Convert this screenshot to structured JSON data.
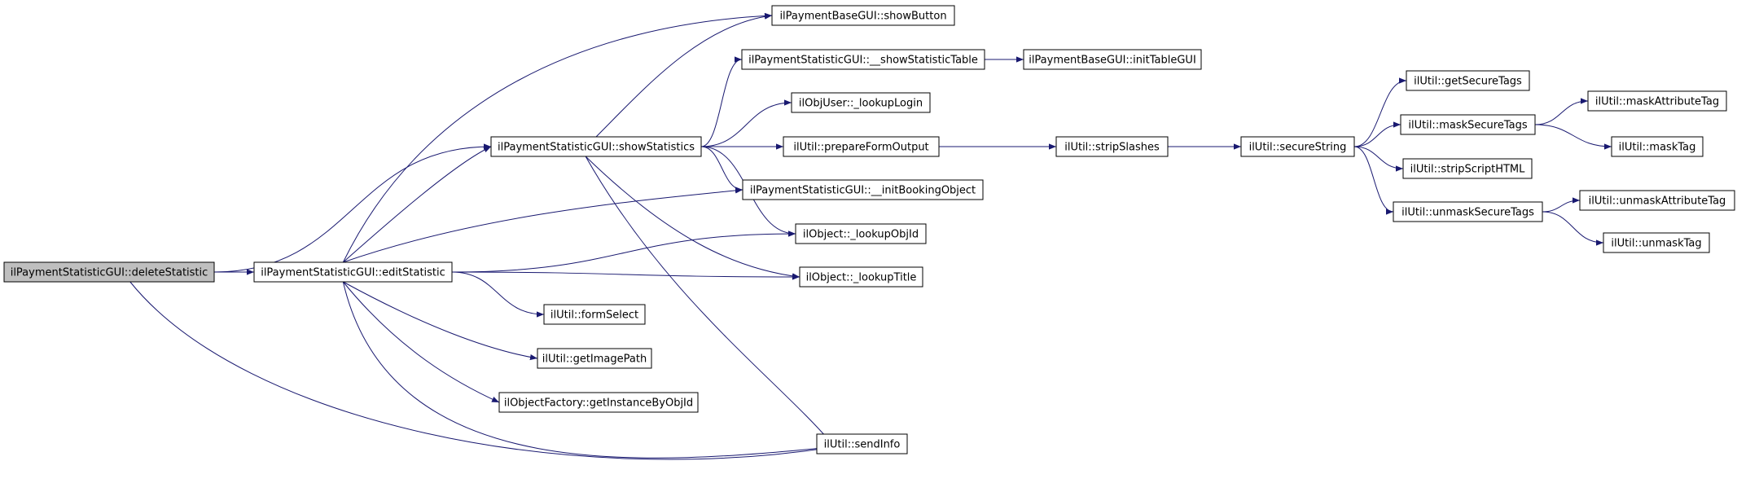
{
  "colors": {
    "edge": "#191970",
    "node_border": "#000000",
    "node_fill": "#ffffff",
    "root_fill": "#bfbfbf"
  },
  "nodes": [
    {
      "id": "deleteStatistic",
      "label": "ilPaymentStatisticGUI::deleteStatistic",
      "root": true
    },
    {
      "id": "editStatistic",
      "label": "ilPaymentStatisticGUI::editStatistic"
    },
    {
      "id": "showStatistics",
      "label": "ilPaymentStatisticGUI::showStatistics"
    },
    {
      "id": "showButton",
      "label": "ilPaymentBaseGUI::showButton"
    },
    {
      "id": "showStatisticTable",
      "label": "ilPaymentStatisticGUI::__showStatisticTable"
    },
    {
      "id": "initTableGUI",
      "label": "ilPaymentBaseGUI::initTableGUI"
    },
    {
      "id": "lookupLogin",
      "label": "ilObjUser::_lookupLogin"
    },
    {
      "id": "prepareFormOutput",
      "label": "ilUtil::prepareFormOutput"
    },
    {
      "id": "initBookingObject",
      "label": "ilPaymentStatisticGUI::__initBookingObject"
    },
    {
      "id": "lookupObjId",
      "label": "ilObject::_lookupObjId"
    },
    {
      "id": "lookupTitle",
      "label": "ilObject::_lookupTitle"
    },
    {
      "id": "formSelect",
      "label": "ilUtil::formSelect"
    },
    {
      "id": "getImagePath",
      "label": "ilUtil::getImagePath"
    },
    {
      "id": "getInstanceByObjId",
      "label": "ilObjectFactory::getInstanceByObjId"
    },
    {
      "id": "sendInfo",
      "label": "ilUtil::sendInfo"
    },
    {
      "id": "stripSlashes",
      "label": "ilUtil::stripSlashes"
    },
    {
      "id": "secureString",
      "label": "ilUtil::secureString"
    },
    {
      "id": "getSecureTags",
      "label": "ilUtil::getSecureTags"
    },
    {
      "id": "maskSecureTags",
      "label": "ilUtil::maskSecureTags"
    },
    {
      "id": "stripScriptHTML",
      "label": "ilUtil::stripScriptHTML"
    },
    {
      "id": "unmaskSecureTags",
      "label": "ilUtil::unmaskSecureTags"
    },
    {
      "id": "maskAttributeTag",
      "label": "ilUtil::maskAttributeTag"
    },
    {
      "id": "maskTag",
      "label": "ilUtil::maskTag"
    },
    {
      "id": "unmaskAttributeTag",
      "label": "ilUtil::unmaskAttributeTag"
    },
    {
      "id": "unmaskTag",
      "label": "ilUtil::unmaskTag"
    }
  ],
  "edges": [
    [
      "deleteStatistic",
      "editStatistic"
    ],
    [
      "deleteStatistic",
      "showStatistics"
    ],
    [
      "deleteStatistic",
      "sendInfo"
    ],
    [
      "editStatistic",
      "showButton"
    ],
    [
      "editStatistic",
      "showStatistics"
    ],
    [
      "editStatistic",
      "initBookingObject"
    ],
    [
      "editStatistic",
      "lookupObjId"
    ],
    [
      "editStatistic",
      "lookupTitle"
    ],
    [
      "editStatistic",
      "formSelect"
    ],
    [
      "editStatistic",
      "getImagePath"
    ],
    [
      "editStatistic",
      "getInstanceByObjId"
    ],
    [
      "editStatistic",
      "sendInfo"
    ],
    [
      "showStatistics",
      "showButton"
    ],
    [
      "showStatistics",
      "showStatisticTable"
    ],
    [
      "showStatistics",
      "lookupLogin"
    ],
    [
      "showStatistics",
      "prepareFormOutput"
    ],
    [
      "showStatistics",
      "initBookingObject"
    ],
    [
      "showStatistics",
      "lookupObjId"
    ],
    [
      "showStatistics",
      "lookupTitle"
    ],
    [
      "showStatistics",
      "sendInfo"
    ],
    [
      "showStatisticTable",
      "initTableGUI"
    ],
    [
      "prepareFormOutput",
      "stripSlashes"
    ],
    [
      "stripSlashes",
      "secureString"
    ],
    [
      "secureString",
      "getSecureTags"
    ],
    [
      "secureString",
      "maskSecureTags"
    ],
    [
      "secureString",
      "stripScriptHTML"
    ],
    [
      "secureString",
      "unmaskSecureTags"
    ],
    [
      "maskSecureTags",
      "maskAttributeTag"
    ],
    [
      "maskSecureTags",
      "maskTag"
    ],
    [
      "unmaskSecureTags",
      "unmaskAttributeTag"
    ],
    [
      "unmaskSecureTags",
      "unmaskTag"
    ]
  ]
}
